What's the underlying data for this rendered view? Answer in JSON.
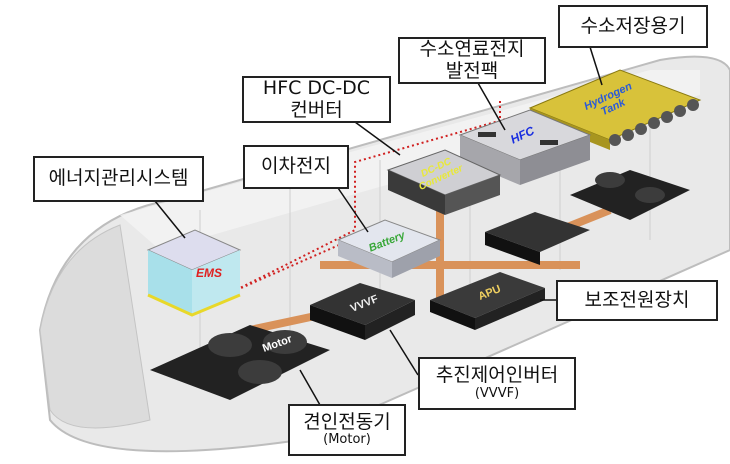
{
  "labels": {
    "hydrogen_storage": "수소저장용기",
    "fuel_cell_pack": [
      "수소연료전지",
      "발전팩"
    ],
    "dcdc_converter": [
      "HFC DC-DC",
      "컨버터"
    ],
    "battery": "이차전지",
    "ems": "에너지관리시스템",
    "apu": "보조전원장치",
    "inverter": {
      "title": "추진제어인버터",
      "sub": "(VVVF)"
    },
    "motor": {
      "title": "견인전동기",
      "sub": "(Motor)"
    }
  },
  "components": {
    "hydrogen_tank": [
      "Hydrogen",
      "Tank"
    ],
    "hfc": "HFC",
    "converter": [
      "DC-DC",
      "Converter"
    ],
    "battery": "Battery",
    "ems": "EMS",
    "vvvf": "VVVF",
    "apu": "APU",
    "motor": "Motor"
  },
  "colors": {
    "tank": "#d8c23a",
    "hfc_text": "#1a2fe0",
    "converter_text": "#e8e83a",
    "battery_text": "#3aa83a",
    "ems_text": "#e02020",
    "dotted_line": "#d02020",
    "shaft": "#d9925a"
  }
}
